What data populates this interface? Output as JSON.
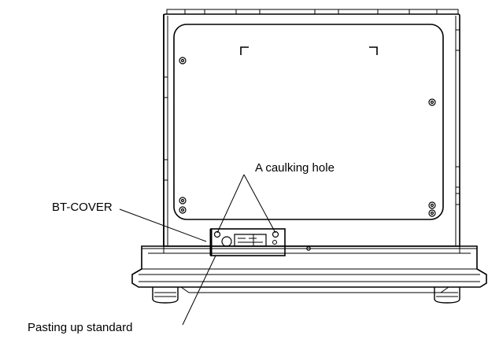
{
  "labels": {
    "caulking_hole": "A caulking hole",
    "bt_cover": "BT-COVER",
    "pasting_standard": "Pasting up standard"
  },
  "colors": {
    "line": "#000000",
    "background": "#ffffff"
  }
}
